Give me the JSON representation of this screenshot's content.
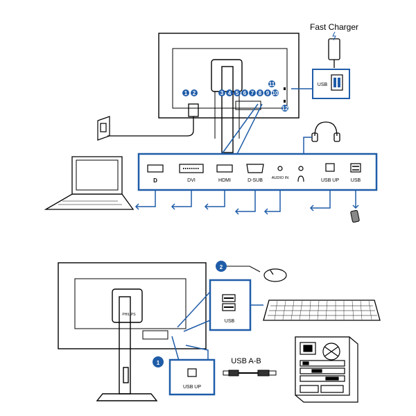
{
  "top": {
    "fast_charger_label": "Fast Charger",
    "usb_port_label": "USB",
    "panel_ports": [
      {
        "id": "dp",
        "label": ""
      },
      {
        "id": "dvi",
        "label": "DVI"
      },
      {
        "id": "hdmi",
        "label": "HDMI"
      },
      {
        "id": "dsub",
        "label": "D-SUB"
      },
      {
        "id": "audio-in",
        "label": "AUDIO IN"
      },
      {
        "id": "headphone",
        "label": ""
      },
      {
        "id": "usb-up",
        "label": "USB UP"
      },
      {
        "id": "usb",
        "label": "USB"
      }
    ],
    "callouts": [
      "1",
      "2",
      "3",
      "4",
      "5",
      "6",
      "7",
      "8",
      "9",
      "10",
      "11",
      "12"
    ]
  },
  "bottom": {
    "callout_usb": "2",
    "callout_usb_up": "1",
    "usb_label": "USB",
    "usb_up_label": "USB UP",
    "cable_label": "USB A-B",
    "brand": "PHILIPS"
  },
  "colors": {
    "accent": "#1f5ca8",
    "line": "#000000"
  }
}
